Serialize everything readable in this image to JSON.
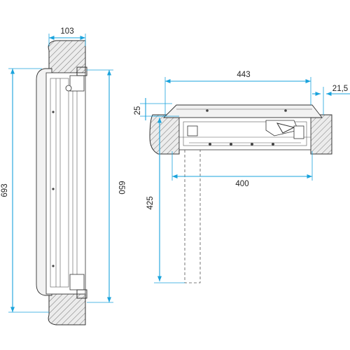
{
  "dimensions": {
    "side_width": "103",
    "side_height_total": "693",
    "side_height_inner": "650",
    "front_width_total": "443",
    "front_overhang": "21,5",
    "front_flange": "25",
    "front_width_inner": "400",
    "front_depth": "425"
  },
  "colors": {
    "dimension_line": "#1aa3dc",
    "outline": "#333333",
    "wall_fill": "#e8e8e8"
  }
}
